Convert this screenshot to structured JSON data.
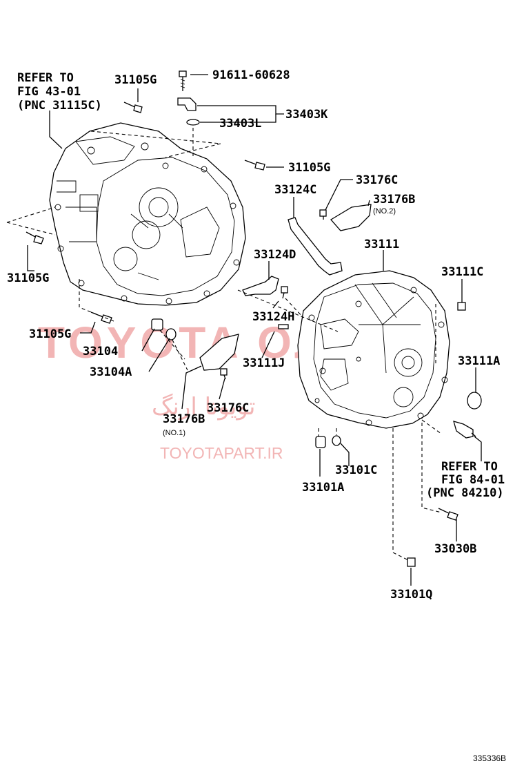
{
  "watermark": {
    "brand": "TOYOTA ОЛАМ",
    "persian": "تویوتا ارنگ",
    "url": "TOYOTAPART.IR"
  },
  "labels": {
    "refer_43_line1": "REFER TO",
    "refer_43_line2": "FIG 43-01",
    "refer_43_line3": "(PNC 31115C)",
    "p31105g_a": "31105G",
    "p91611": "91611-60628",
    "p33403k": "33403K",
    "p33403l": "33403L",
    "p31105g_b": "31105G",
    "p33124c": "33124C",
    "p33176c_a": "33176C",
    "p33176b_a": "33176B",
    "no2": "(NO.2)",
    "p33111": "33111",
    "p31105g_c": "31105G",
    "p33124d": "33124D",
    "p33111c": "33111C",
    "p33124h": "33124H",
    "p31105g_d": "31105G",
    "p33104": "33104",
    "p33111j": "33111J",
    "p33111a": "33111A",
    "p33104a": "33104A",
    "p33176c_b": "33176C",
    "p33176b_b": "33176B",
    "no1": "(NO.1)",
    "p33101c": "33101C",
    "refer_84_line1": "REFER TO",
    "refer_84_line2": "FIG 84-01",
    "refer_84_line3": "(PNC 84210)",
    "p33101a": "33101A",
    "p33030b": "33030B",
    "p33101q": "33101Q",
    "diagram_code": "335336B"
  }
}
